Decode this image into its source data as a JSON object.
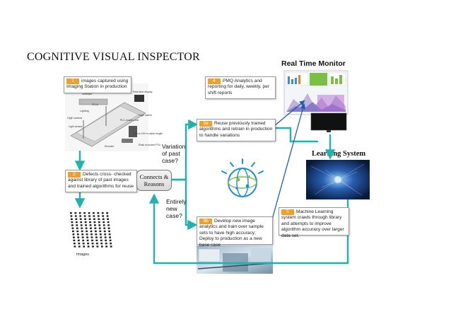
{
  "title": "COGNITIVE VISUAL INSPECTOR",
  "real_time_monitor": "Real Time Monitor",
  "learning_system": "Learning System",
  "hub": {
    "line1": "Connects &",
    "line2": "Reasons"
  },
  "labels": {
    "variation": [
      "Variation",
      "of past",
      "case?"
    ],
    "new_case": [
      "Entirely",
      "new",
      "case?"
    ],
    "images": "Images"
  },
  "steps": [
    {
      "num": "1",
      "text": "images captured using Imaging Station in production"
    },
    {
      "num": "2",
      "text": "Defects cross- checked against library of past images and trained algorithms for reuse"
    },
    {
      "num": "3a",
      "text": "Reuse previously trained algorithms and retrain in production to handle variations"
    },
    {
      "num": "3b",
      "text": "Develop new image analytics and train over sample sets to have high accuracy; Deploy to production as a new base case"
    },
    {
      "num": "4",
      "text": "PMQ Analytics and reporting for daily, weekly, per shift reports"
    },
    {
      "num": "5",
      "text": "Machine Learning system crawls through library and attempts to improve algorithm accuracy over larger data set."
    }
  ],
  "station_labels": [
    "PLCs",
    "Lighting",
    "GigE camera",
    "Light sensor",
    "Real-time display",
    "GigE switch",
    "PLC-master-unit",
    "Up to 100 m cable length",
    "Rack mounted PCs",
    "Encoder",
    "conveyor"
  ],
  "colors": {
    "arrow": "#1fb3ad",
    "badge": "#f0a02a"
  }
}
